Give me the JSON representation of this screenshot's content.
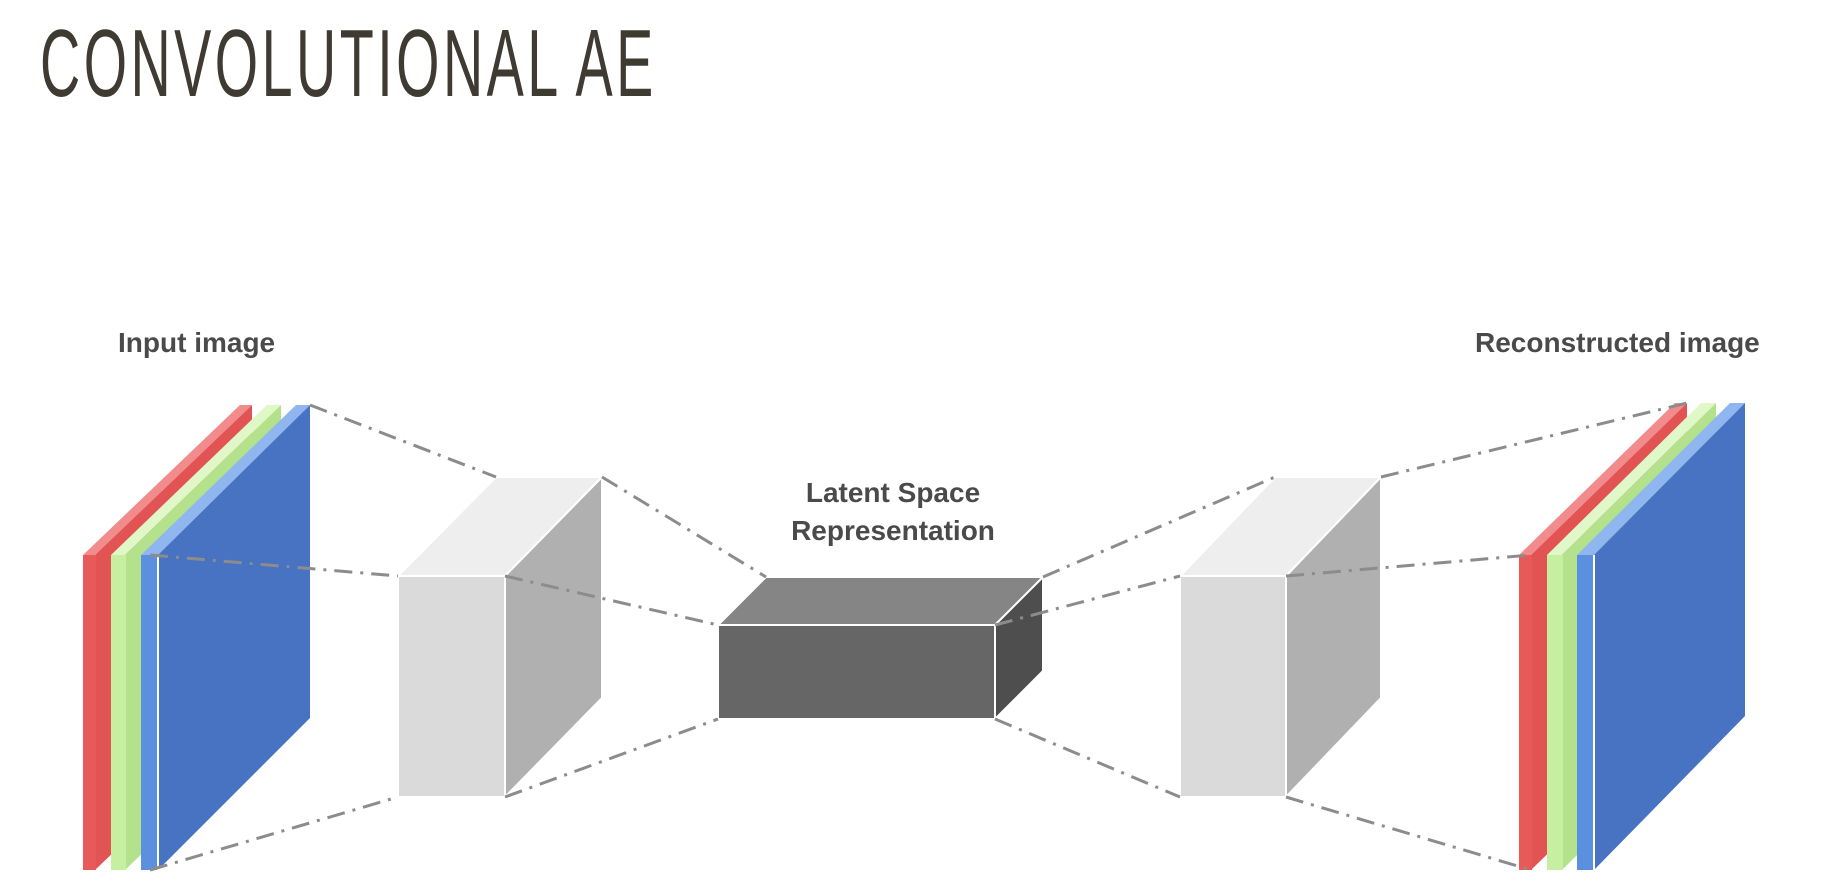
{
  "title": "CONVOLUTIONAL AE",
  "labels": {
    "input": "Input image",
    "latent_line1": "Latent Space",
    "latent_line2": "Representation",
    "output": "Reconstructed image"
  },
  "colors": {
    "title": "#3f3a32",
    "channel_red": "#e85a5a",
    "channel_green": "#c6f0a0",
    "channel_blue": "#4a78c4",
    "layer_light": "#dadada",
    "latent_dark": "#666666",
    "guide_line": "#8c8c8c"
  }
}
